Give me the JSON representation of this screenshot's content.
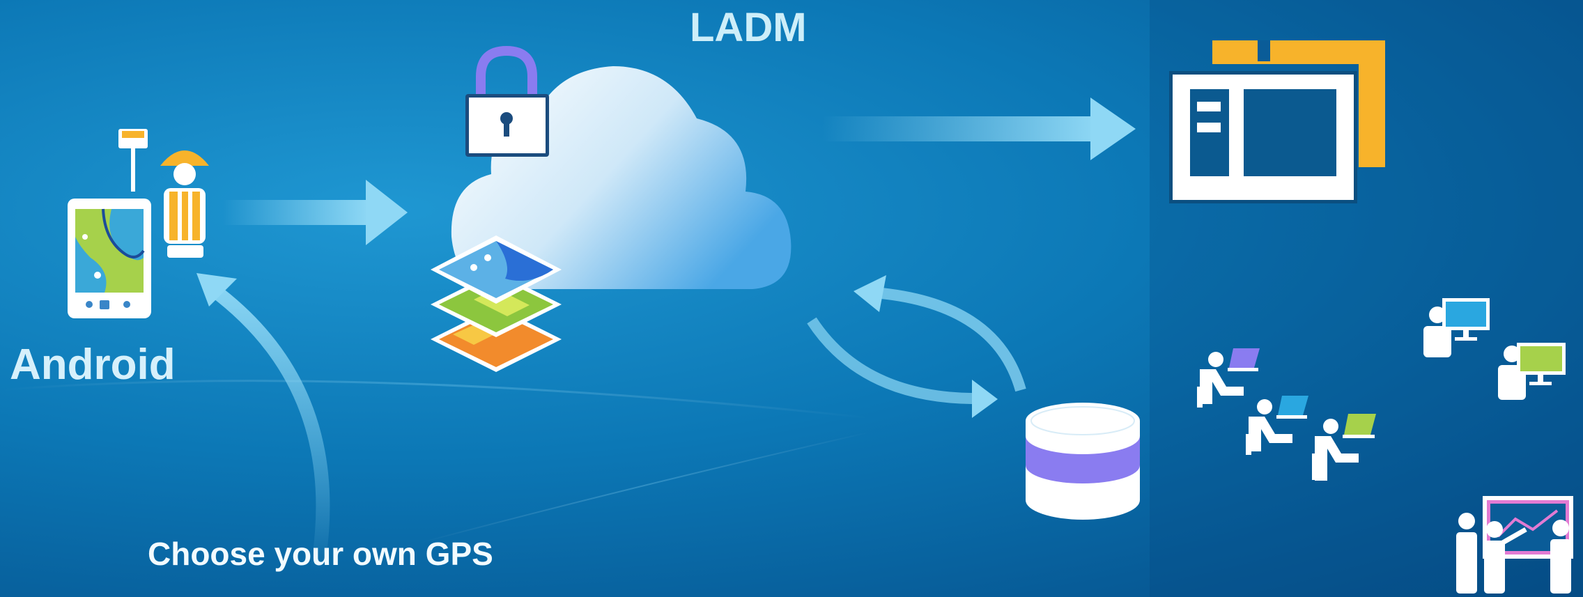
{
  "title": "LADM",
  "android_label": "Android",
  "gps_label": "Choose your own GPS",
  "icons": [
    "mobile-device-map-icon",
    "gps-antenna-icon",
    "surveyor-worker-icon",
    "padlock-icon",
    "cloud-icon",
    "map-layers-icon",
    "desktop-application-window-icon",
    "database-icon",
    "office-workers-icon",
    "desktop-users-icon",
    "presentation-group-icon"
  ],
  "colors": {
    "background": "#0c78b6",
    "arrow": "#8fd8f5",
    "accent_yellow": "#f7b32b",
    "accent_purple": "#8a7cf0",
    "accent_green": "#a6d14b",
    "accent_blue": "#2aa7e0",
    "accent_pink": "#e27bd3"
  }
}
